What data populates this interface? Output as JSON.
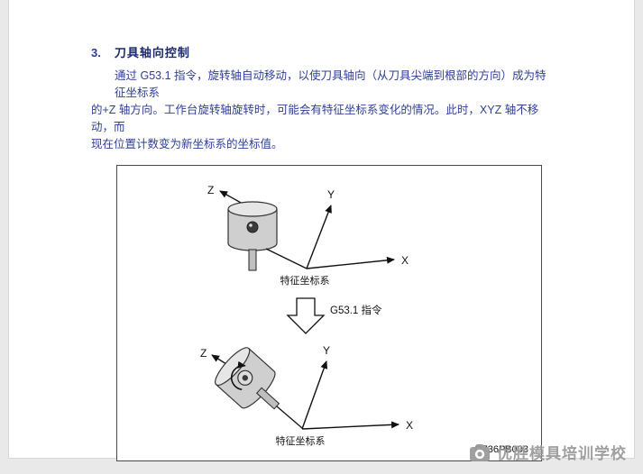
{
  "heading": {
    "number": "3.",
    "title": "刀具轴向控制"
  },
  "paragraph": {
    "line1": "通过 G53.1 指令，旋转轴自动移动，以使刀具轴向（从刀具尖端到根部的方向）成为特征坐标系",
    "line2": "的+Z 轴方向。工作台旋转轴旋转时，可能会有特征坐标系变化的情况。此时，XYZ 轴不移动，而",
    "line3": "现在位置计数变为新坐标系的坐标值。"
  },
  "figure": {
    "top_diagram": {
      "z_label": "Z",
      "y_label": "Y",
      "x_label": "X",
      "caption": "特征坐标系"
    },
    "command_label": "G53.1 指令",
    "bottom_diagram": {
      "z_label": "Z",
      "y_label": "Y",
      "x_label": "X",
      "caption": "特征坐标系"
    },
    "figure_id": "D736PB003"
  },
  "watermark": {
    "text": "优胜模具培训学校"
  },
  "colors": {
    "heading_number": "#2b3a9c",
    "heading_title": "#1b2a6b",
    "body_text": "#2f3f96",
    "watermark_gray": "#9a9a9a"
  }
}
